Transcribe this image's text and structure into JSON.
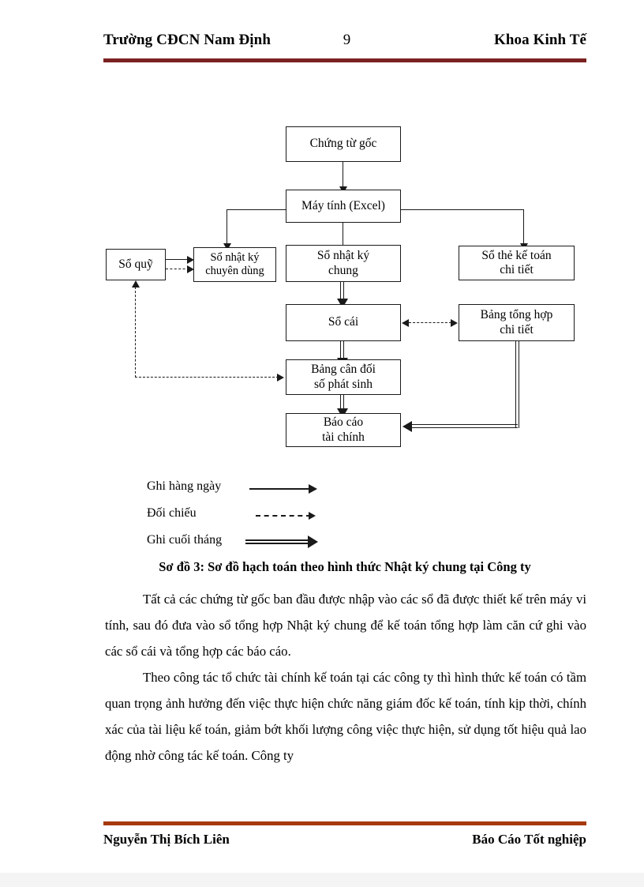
{
  "header": {
    "left": "Trường CĐCN Nam Định",
    "page_number": "9",
    "right": "Khoa Kinh Tế",
    "rule_color": "#7a2121"
  },
  "diagram": {
    "nodes": {
      "chung_tu_goc": "Chứng từ gốc",
      "may_tinh_excel": "Máy tính (Excel)",
      "so_quy": "Sổ quỹ",
      "so_nhat_ky_chuyen_dung_l1": "Sổ nhật ký",
      "so_nhat_ky_chuyen_dung_l2": "chuyên dùng",
      "so_nhat_ky_chung_l1": "Sổ nhật ký",
      "so_nhat_ky_chung_l2": "chung",
      "so_the_ke_toan_l1": "Sổ thẻ kế toán",
      "so_the_ke_toan_l2": "chi tiết",
      "so_cai": "Sổ cái",
      "bang_tong_hop_l1": "Bảng tổng hợp",
      "bang_tong_hop_l2": "chi tiết",
      "bang_can_doi_l1": "Bảng cân đối",
      "bang_can_doi_l2": "số phát sinh",
      "bao_cao_l1": "Báo cáo",
      "bao_cao_l2": "tài chính"
    }
  },
  "legend": {
    "items": [
      {
        "label": "Ghi hàng ngày",
        "style": "solid-arrow"
      },
      {
        "label": "Đối chiếu",
        "style": "dashed-arrow"
      },
      {
        "label": "Ghi cuối tháng",
        "style": "double-arrow"
      }
    ]
  },
  "caption": "Sơ đồ 3: Sơ đồ hạch toán theo hình thức Nhật ký chung tại Công ty",
  "body": {
    "paragraph_1": "Tất cả các chứng từ gốc ban đầu được nhập vào các sổ đã được thiết kế trên máy vi tính, sau đó đưa vào sổ tổng hợp Nhật ký chung để kế toán tổng hợp làm căn cứ ghi vào các sổ cái và tổng hợp các báo cáo.",
    "paragraph_2": "Theo công tác tổ chức tài chính kế toán tại các công ty thì hình thức kế toán có tầm quan trọng ảnh hưởng đến việc thực hiện chức năng giám đốc kế toán, tính kịp thời, chính xác của tài liệu kế toán, giảm bớt khối lượng công việc thực hiện, sử dụng tốt hiệu quả lao động nhờ công tác kế toán. Công ty"
  },
  "footer": {
    "left": "Nguyễn Thị Bích Liên",
    "right": "Báo Cáo Tốt nghiệp",
    "rule_color": "#a63a0c"
  }
}
